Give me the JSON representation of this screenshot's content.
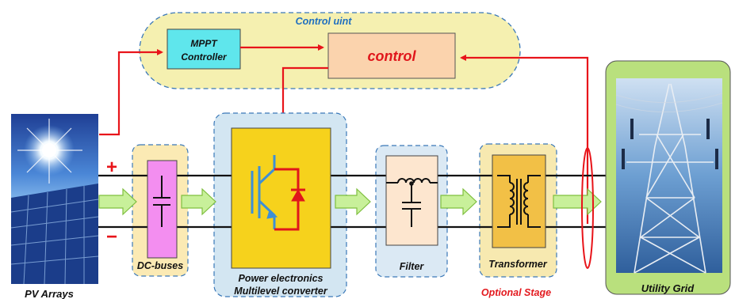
{
  "control_unit": {
    "title": "Control uint"
  },
  "mppt": {
    "line1": "MPPT",
    "line2": "Controller"
  },
  "control": {
    "label": "control"
  },
  "pv": {
    "label": "PV Arrays"
  },
  "dc_bus": {
    "label": "DC-buses",
    "plus": "+",
    "minus": "−"
  },
  "power_electronics": {
    "line1": "Power electronics",
    "line2": "Multilevel converter"
  },
  "filter": {
    "label": "Filter"
  },
  "transformer": {
    "label": "Transformer",
    "stage_note": "Optional Stage"
  },
  "grid": {
    "label": "Utility Grid"
  },
  "colors": {
    "control_unit_bg": "#f5f0b0",
    "dashed_border": "#3a78b8",
    "title_blue": "#1f6fc0",
    "mppt_fill": "#5fe6ec",
    "control_fill": "#fbd3ad",
    "control_text": "#e0161b",
    "signal_red": "#e8141a",
    "dc_panel": "#fbeab4",
    "dc_cap": "#f38ef0",
    "pe_panel": "#d3e6f2",
    "pe_box": "#f6d21c",
    "filter_panel": "#dbe9f4",
    "filter_box": "#fde6cf",
    "xfmr_panel": "#f7e9b0",
    "xfmr_box": "#f2c046",
    "arrow_fill": "#c8f09a",
    "arrow_stroke": "#7fbf3f",
    "grid_frame": "#b9e07d",
    "igbt_blue": "#3d8fd6",
    "optional_red": "#e3191e"
  }
}
